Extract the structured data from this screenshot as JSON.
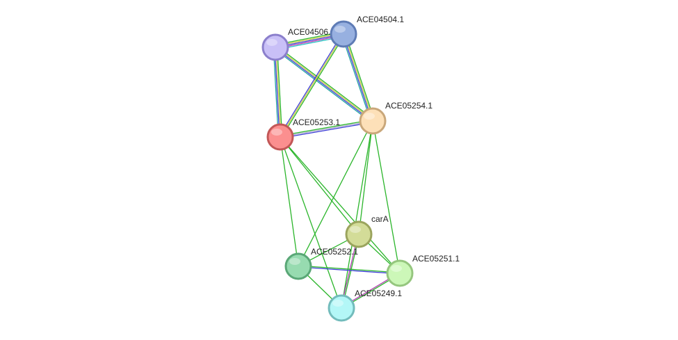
{
  "network": {
    "nodes": [
      {
        "id": "ACE04506.1",
        "label": "ACE04506.1",
        "fill": "#c9c0f7",
        "stroke": "#8b7fcc"
      },
      {
        "id": "ACE04504.1",
        "label": "ACE04504.1",
        "fill": "#97b0e0",
        "stroke": "#5e7bb5"
      },
      {
        "id": "ACE05254.1",
        "label": "ACE05254.1",
        "fill": "#fde0b8",
        "stroke": "#c9a77a"
      },
      {
        "id": "ACE05253.1",
        "label": "ACE05253.1",
        "fill": "#fb8f8f",
        "stroke": "#c25757"
      },
      {
        "id": "carA",
        "label": "carA",
        "fill": "#d3dc98",
        "stroke": "#9ba45d"
      },
      {
        "id": "ACE05252.1",
        "label": "ACE05252.1",
        "fill": "#97dbb0",
        "stroke": "#5aa777"
      },
      {
        "id": "ACE05251.1",
        "label": "ACE05251.1",
        "fill": "#ccf7b8",
        "stroke": "#95c67e"
      },
      {
        "id": "ACE05249.1",
        "label": "ACE05249.1",
        "fill": "#b3f7f7",
        "stroke": "#73bcbc"
      }
    ],
    "edges": [
      {
        "source": "ACE04506.1",
        "target": "ACE04504.1",
        "colors": [
          "#2ab52a",
          "#c8c840",
          "#3a3ad6",
          "#b03cb0",
          "#20c0c0"
        ]
      },
      {
        "source": "ACE04506.1",
        "target": "ACE05253.1",
        "colors": [
          "#2ab52a",
          "#c8c840",
          "#3a3ad6",
          "#20a0a0"
        ]
      },
      {
        "source": "ACE04506.1",
        "target": "ACE05254.1",
        "colors": [
          "#2ab52a",
          "#c8c840",
          "#3a3ad6",
          "#20a0a0"
        ]
      },
      {
        "source": "ACE04504.1",
        "target": "ACE05253.1",
        "colors": [
          "#2ab52a",
          "#c8c840",
          "#3a3ad6"
        ]
      },
      {
        "source": "ACE04504.1",
        "target": "ACE05254.1",
        "colors": [
          "#2ab52a",
          "#c8c840",
          "#3a3ad6",
          "#20a0a0"
        ]
      },
      {
        "source": "ACE05253.1",
        "target": "ACE05254.1",
        "colors": [
          "#2ab52a",
          "#aaaacc",
          "#3a3ad6"
        ]
      },
      {
        "source": "ACE05253.1",
        "target": "carA",
        "colors": [
          "#2ab52a"
        ]
      },
      {
        "source": "ACE05253.1",
        "target": "ACE05252.1",
        "colors": [
          "#2ab52a"
        ]
      },
      {
        "source": "ACE05253.1",
        "target": "ACE05251.1",
        "colors": [
          "#2ab52a"
        ]
      },
      {
        "source": "ACE05253.1",
        "target": "ACE05249.1",
        "colors": [
          "#2ab52a"
        ]
      },
      {
        "source": "ACE05254.1",
        "target": "carA",
        "colors": [
          "#2ab52a"
        ]
      },
      {
        "source": "ACE05254.1",
        "target": "ACE05252.1",
        "colors": [
          "#2ab52a"
        ]
      },
      {
        "source": "ACE05254.1",
        "target": "ACE05251.1",
        "colors": [
          "#2ab52a"
        ]
      },
      {
        "source": "ACE05254.1",
        "target": "ACE05249.1",
        "colors": [
          "#2ab52a"
        ]
      },
      {
        "source": "carA",
        "target": "ACE05252.1",
        "colors": [
          "#2ab52a"
        ]
      },
      {
        "source": "carA",
        "target": "ACE05251.1",
        "colors": [
          "#2ab52a"
        ]
      },
      {
        "source": "carA",
        "target": "ACE05249.1",
        "colors": [
          "#2ab52a",
          "#b03cb0"
        ]
      },
      {
        "source": "ACE05252.1",
        "target": "ACE05251.1",
        "colors": [
          "#2ab52a",
          "#3a3ad6"
        ]
      },
      {
        "source": "ACE05252.1",
        "target": "ACE05249.1",
        "colors": [
          "#2ab52a"
        ]
      },
      {
        "source": "ACE05251.1",
        "target": "ACE05249.1",
        "colors": [
          "#2ab52a",
          "#b03cb0"
        ]
      }
    ]
  }
}
